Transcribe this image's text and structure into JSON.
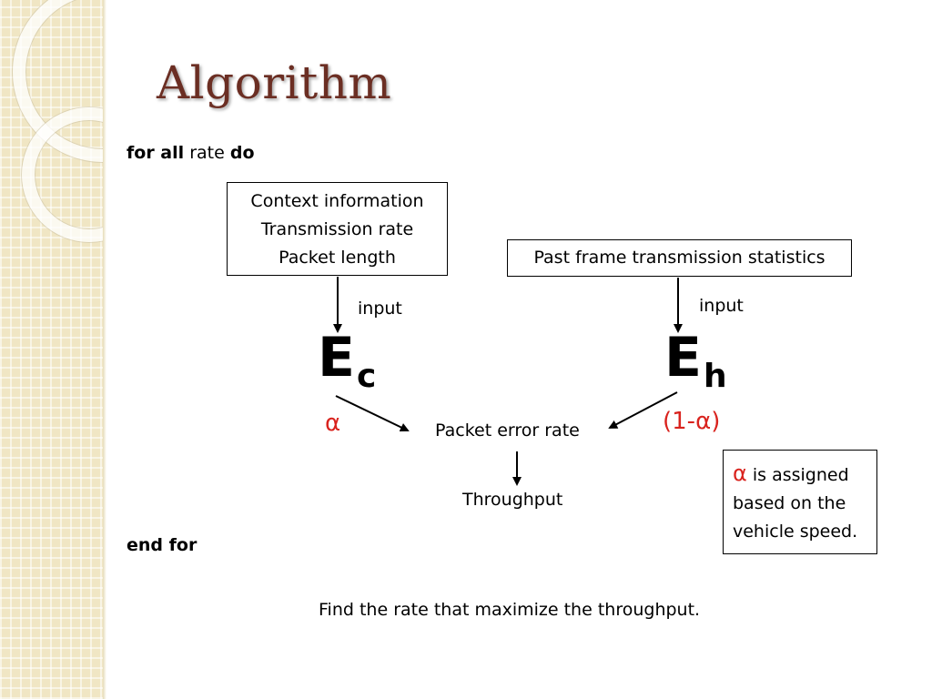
{
  "slide": {
    "title": "Algorithm"
  },
  "code": {
    "for_all": "for all",
    "rate": "rate",
    "do": "do",
    "end_for": "end for"
  },
  "context_box": {
    "lines": [
      "Context information",
      "Transmission rate",
      "Packet length"
    ]
  },
  "past_box": {
    "text": "Past frame transmission statistics"
  },
  "labels": {
    "input_left": "input",
    "input_right": "input",
    "packet_error_rate": "Packet error rate",
    "throughput": "Throughput",
    "find": "Find the rate that maximize the throughput."
  },
  "estimators": {
    "ec_main": "E",
    "ec_sub": "c",
    "eh_main": "E",
    "eh_sub": "h"
  },
  "weights": {
    "alpha": "α",
    "one_minus_alpha": "(1-α)"
  },
  "note": {
    "symbol": "α",
    "text": " is assigned based on the vehicle speed."
  },
  "colors": {
    "title": "#6b2e23",
    "accent_red": "#d9231e",
    "sidebar": "#f0e6c4"
  }
}
